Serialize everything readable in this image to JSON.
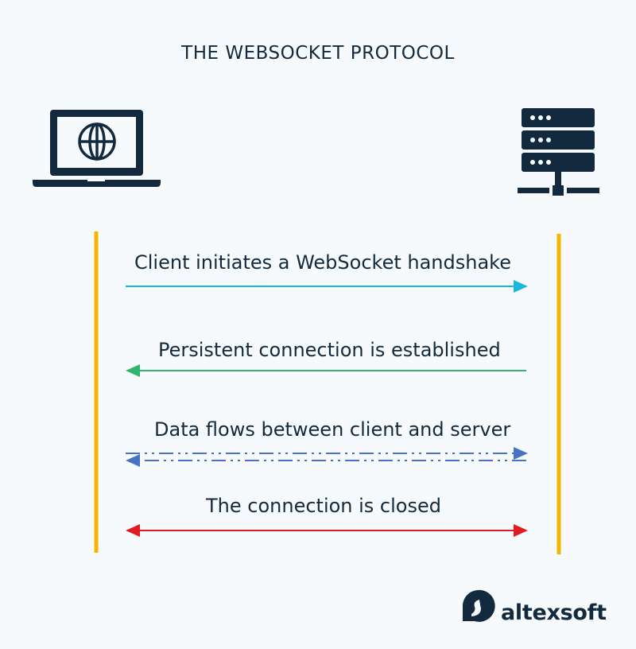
{
  "title": "THE WEBSOCKET PROTOCOL",
  "participants": [
    {
      "name": "client",
      "icon": "laptop-globe-icon"
    },
    {
      "name": "server",
      "icon": "server-stack-icon"
    }
  ],
  "messages": [
    {
      "label": "Client initiates a WebSocket handshake",
      "direction": "client-to-server",
      "style": "solid",
      "color": "#1ab6dd"
    },
    {
      "label": "Persistent connection is established",
      "direction": "server-to-client",
      "style": "solid",
      "color": "#2fb56e"
    },
    {
      "label": "Data flows between client and server",
      "direction": "bidirectional",
      "style": "dash-dot",
      "color": "#4a72c4"
    },
    {
      "label": "The connection is closed",
      "direction": "bidirectional",
      "style": "solid",
      "color": "#e11b22"
    }
  ],
  "lifeline_color": "#f7b500",
  "ink_color": "#132a3e",
  "brand": {
    "name": "altexsoft",
    "icon": "altexsoft-logo-icon"
  }
}
